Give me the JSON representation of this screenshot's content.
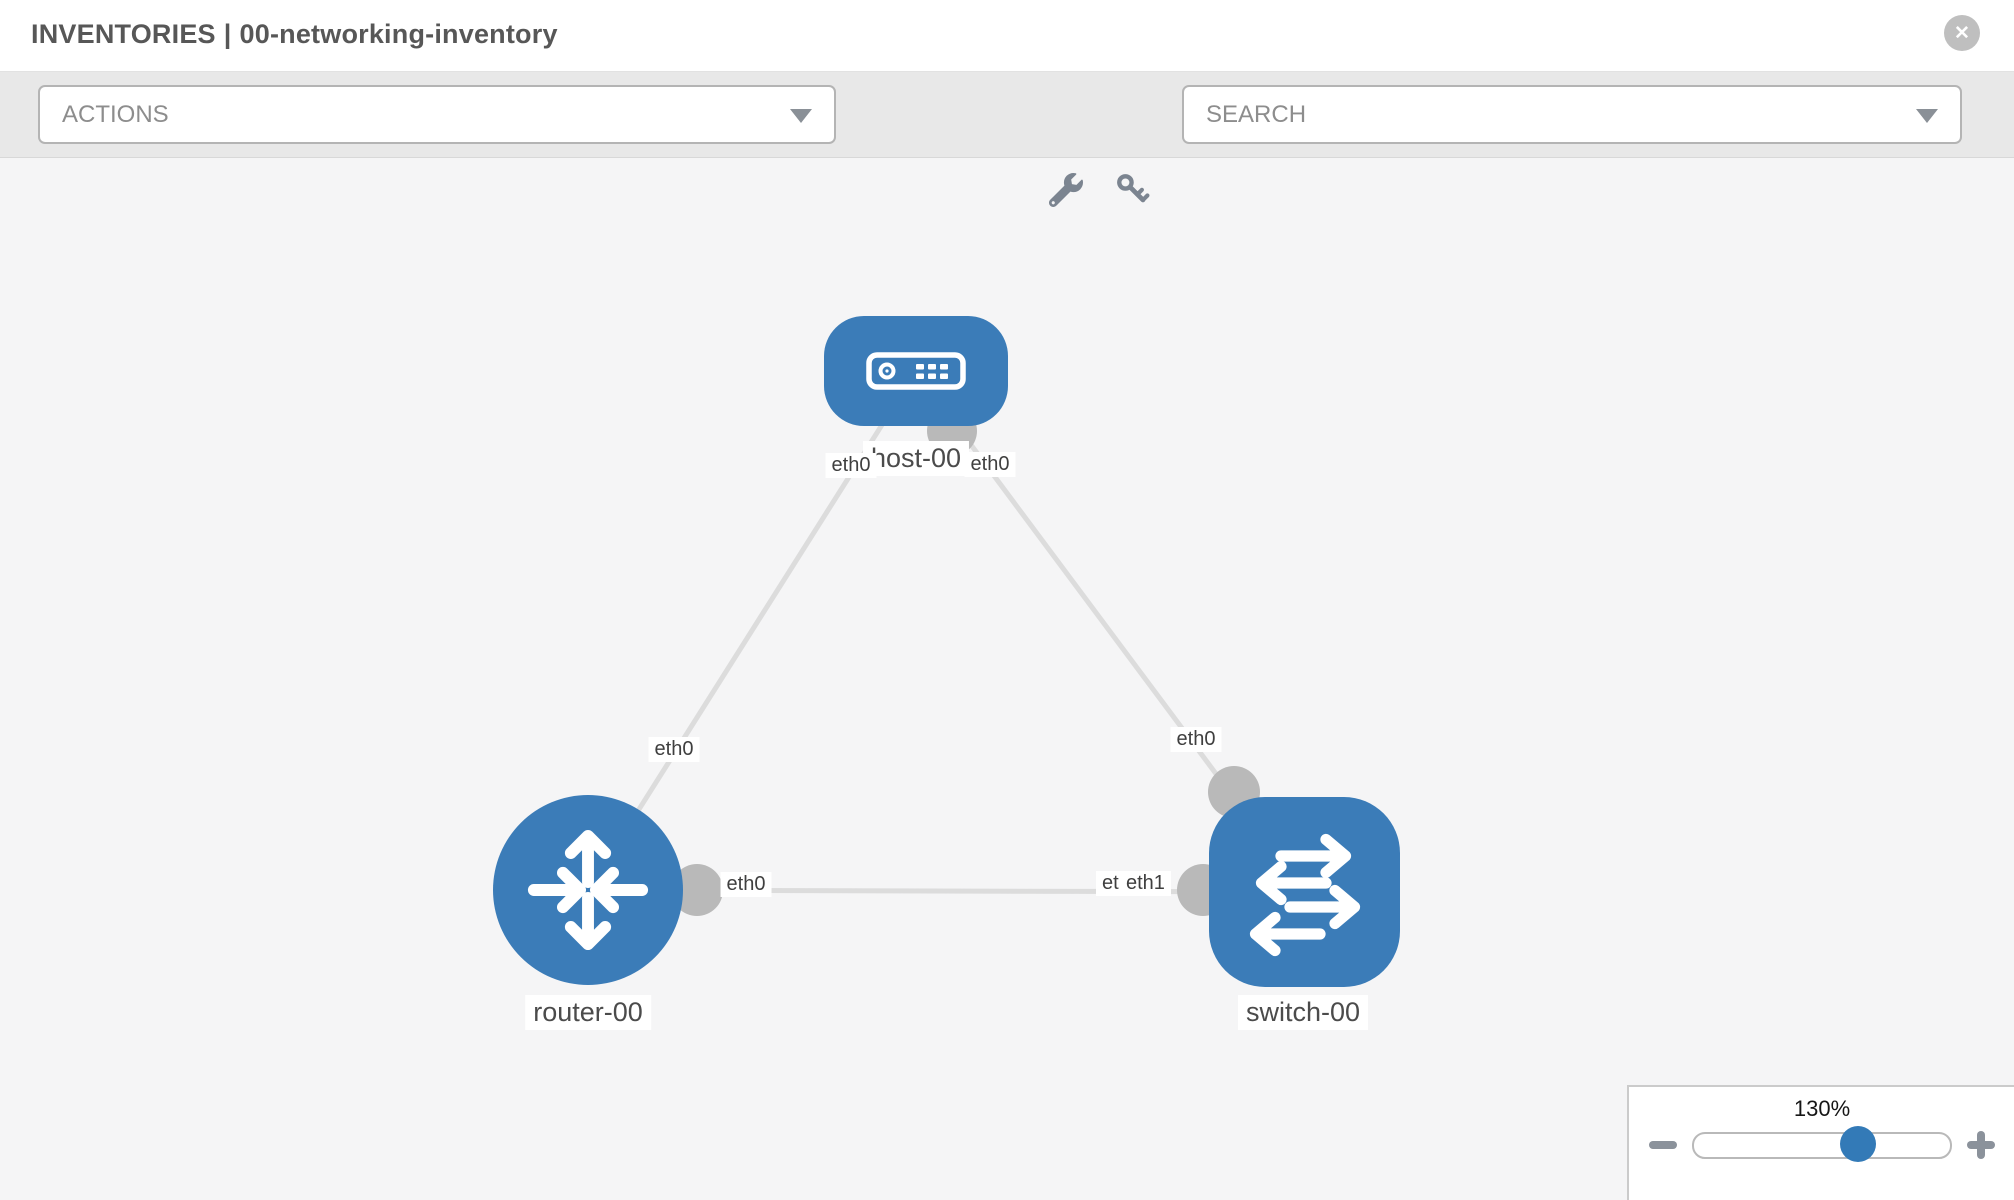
{
  "window": {
    "title_section": "INVENTORIES",
    "title_divider": "|",
    "title_name": "00-networking-inventory"
  },
  "icons": {
    "close_glyph": "✕",
    "toolbar_tools": [
      "wrench-icon",
      "key-icon"
    ]
  },
  "toolbar": {
    "actions_placeholder": "ACTIONS",
    "search_placeholder": "SEARCH"
  },
  "topology": {
    "nodes": [
      {
        "label": "host-00",
        "type": "host",
        "shape": "rounded-rect"
      },
      {
        "label": "router-00",
        "type": "router",
        "shape": "circle"
      },
      {
        "label": "switch-00",
        "type": "switch",
        "shape": "rounded-square"
      }
    ],
    "links": [
      {
        "from": "host-00",
        "to": "router-00",
        "from_interface": "eth0",
        "to_interface": "eth0"
      },
      {
        "from": "host-00",
        "to": "switch-00",
        "from_interface": "eth0",
        "to_interface": "eth0"
      },
      {
        "from": "router-00",
        "to": "switch-00",
        "from_interface": "eth0",
        "to_interface": "eth1",
        "overlap_back_label": "eth0"
      }
    ]
  },
  "zoom_control": {
    "level": "130%"
  },
  "colors": {
    "node_blue": "#3b7cb8",
    "slider_thumb_blue": "#337ab7",
    "link_gray": "#dcdcdc",
    "connector_gray": "#b9b9b9",
    "toolbar_icon_gray": "#7b8490",
    "toolbar_bg": "#e8e8e8",
    "canvas_bg": "#f5f5f6"
  }
}
